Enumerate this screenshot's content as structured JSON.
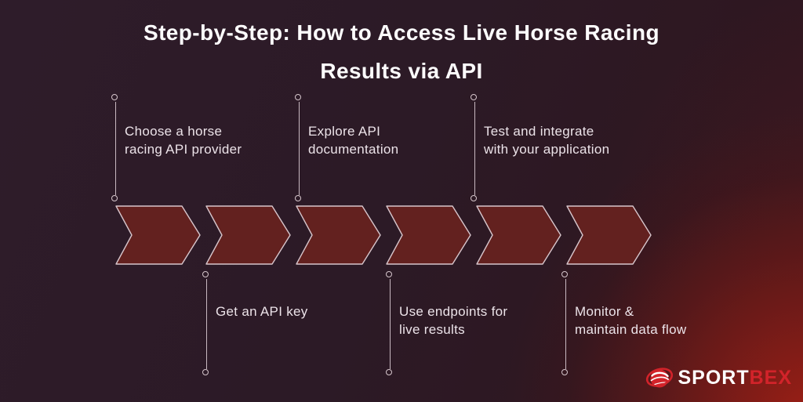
{
  "title": {
    "line1": "Step-by-Step: How to Access Live Horse Racing",
    "line2": "Results via API"
  },
  "steps": [
    {
      "id": 1,
      "position": "top",
      "line1": "Choose a horse",
      "line2": "racing API provider"
    },
    {
      "id": 2,
      "position": "bottom",
      "line1": "Get an API key",
      "line2": ""
    },
    {
      "id": 3,
      "position": "top",
      "line1": "Explore API",
      "line2": "documentation"
    },
    {
      "id": 4,
      "position": "bottom",
      "line1": "Use endpoints for",
      "line2": "live results"
    },
    {
      "id": 5,
      "position": "top",
      "line1": "Test and integrate",
      "line2": "with your application"
    },
    {
      "id": 6,
      "position": "bottom",
      "line1": "Monitor &",
      "line2": "maintain data flow"
    }
  ],
  "logo": {
    "brand_primary": "SPORT",
    "brand_secondary": "BEX",
    "icon": "sportbex-globe-swirl-icon"
  },
  "colors": {
    "background_base": "#2c1a26",
    "background_glow_red": "#aa2014",
    "chevron_fill": "#63211f",
    "chevron_stroke": "#d8c6cc",
    "connector_line": "#c9b9c1",
    "label_text": "#ece3e9",
    "title_text": "#fdfcfd",
    "brand_red": "#d2232a",
    "brand_white": "#ffffff"
  }
}
